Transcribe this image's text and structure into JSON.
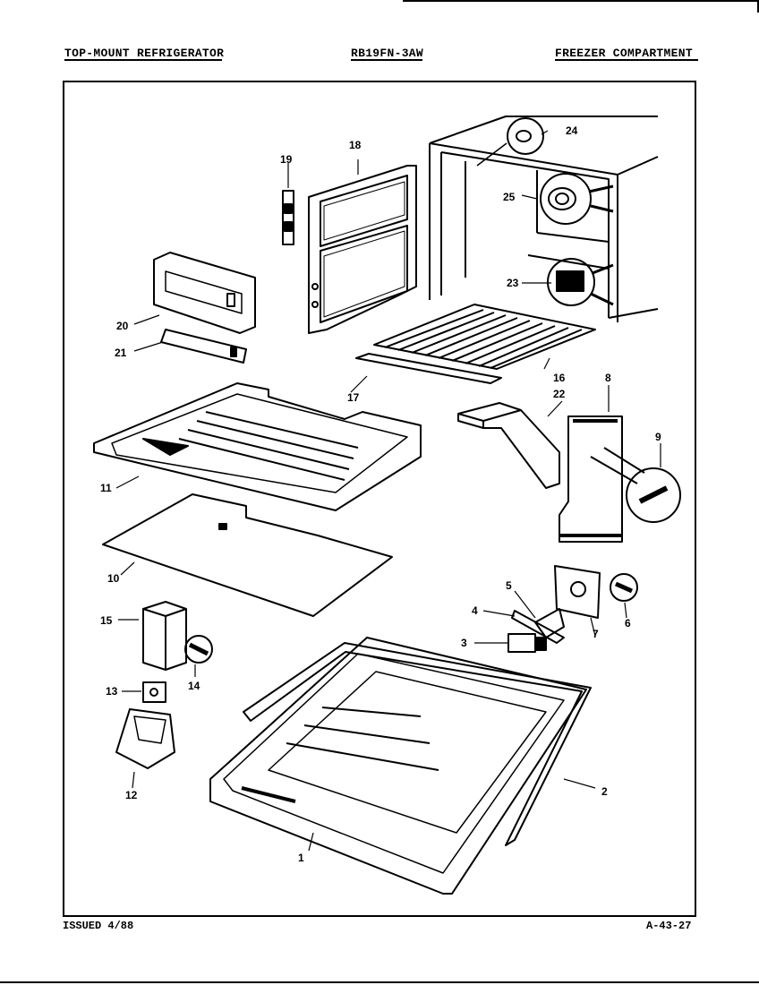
{
  "header": {
    "left": "TOP-MOUNT REFRIGERATOR",
    "model": "RB19FN-3AW",
    "right": "FREEZER COMPARTMENT"
  },
  "footer": {
    "issued": "ISSUED 4/88",
    "code": "A-43-27"
  },
  "callouts": [
    "1",
    "2",
    "3",
    "4",
    "5",
    "6",
    "7",
    "8",
    "9",
    "10",
    "11",
    "12",
    "13",
    "14",
    "15",
    "16",
    "17",
    "18",
    "19",
    "20",
    "21",
    "22",
    "23",
    "24",
    "25"
  ]
}
